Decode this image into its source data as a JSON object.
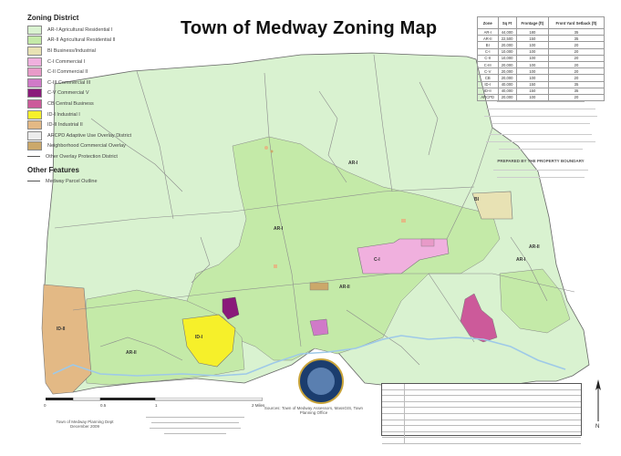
{
  "title": "Town of Medway Zoning Map",
  "legend": {
    "heading": "Zoning District",
    "items": [
      {
        "label": "AR-I Agricultural Residential I",
        "color": "#d9f2d0"
      },
      {
        "label": "AR-II Agricultural Residential II",
        "color": "#c4eaa8"
      },
      {
        "label": "BI Business/Industrial",
        "color": "#e8e2b4"
      },
      {
        "label": "C-I Commercial I",
        "color": "#f0b0de"
      },
      {
        "label": "C-II Commercial II",
        "color": "#e89ac8"
      },
      {
        "label": "C-III Commercial III",
        "color": "#d07ac8"
      },
      {
        "label": "C-V Commercial V",
        "color": "#8a1a7a"
      },
      {
        "label": "CB Central Business",
        "color": "#cc5a9a"
      },
      {
        "label": "ID-I Industrial I",
        "color": "#f6f02a"
      },
      {
        "label": "ID-II Industrial II",
        "color": "#e3b985"
      },
      {
        "label": "ARCPD Adaptive Use Overlay District",
        "color": "#ececec"
      },
      {
        "label": "Neighborhood Commercial Overlay",
        "color": "#cba86a"
      },
      {
        "label": "Other Overlay Protection District",
        "color": "line"
      }
    ],
    "other_heading": "Other Features",
    "other_items": [
      {
        "label": "Medway Parcel Outline",
        "color": "line"
      }
    ]
  },
  "stats": {
    "headers": [
      "Zone",
      "Sq Ft",
      "Frontage (ft)",
      "Front Yard Setback (ft)"
    ],
    "rows": [
      [
        "AR-I",
        "44,000",
        "180",
        "35"
      ],
      [
        "AR-II",
        "22,500",
        "150",
        "35"
      ],
      [
        "BI",
        "20,000",
        "100",
        "20"
      ],
      [
        "C-I",
        "10,000",
        "100",
        "20"
      ],
      [
        "C-II",
        "10,000",
        "100",
        "20"
      ],
      [
        "C-III",
        "20,000",
        "100",
        "20"
      ],
      [
        "C-V",
        "20,000",
        "100",
        "20"
      ],
      [
        "CB",
        "20,000",
        "100",
        "20"
      ],
      [
        "ID-I",
        "40,000",
        "150",
        "35"
      ],
      [
        "ID-II",
        "40,000",
        "150",
        "35"
      ],
      [
        "ARCPD",
        "20,000",
        "100",
        "20"
      ]
    ]
  },
  "map_labels": [
    {
      "text": "AR-I"
    },
    {
      "text": "AR-I"
    },
    {
      "text": "AR-II"
    },
    {
      "text": "AR-II"
    },
    {
      "text": "AR-II"
    },
    {
      "text": "C-I"
    },
    {
      "text": "ID-II"
    },
    {
      "text": "ID-I"
    },
    {
      "text": "BI"
    },
    {
      "text": "AR-I"
    }
  ],
  "note_prepared": "PREPARED BY THE PROPERTY BOUNDARY",
  "credit_left": "Town of Medway Planning Dept December 2009",
  "credit_center": "Sources: Town of Medway Assessors, MassGIS, Town Planning Office",
  "scale_labels": [
    "0",
    "0.5",
    "1",
    "2 Miles"
  ],
  "colors": {
    "ar1": "#d9f2d0",
    "ar2": "#c4eaa8",
    "water": "#9ec9e8",
    "road": "#8c8c8c"
  }
}
